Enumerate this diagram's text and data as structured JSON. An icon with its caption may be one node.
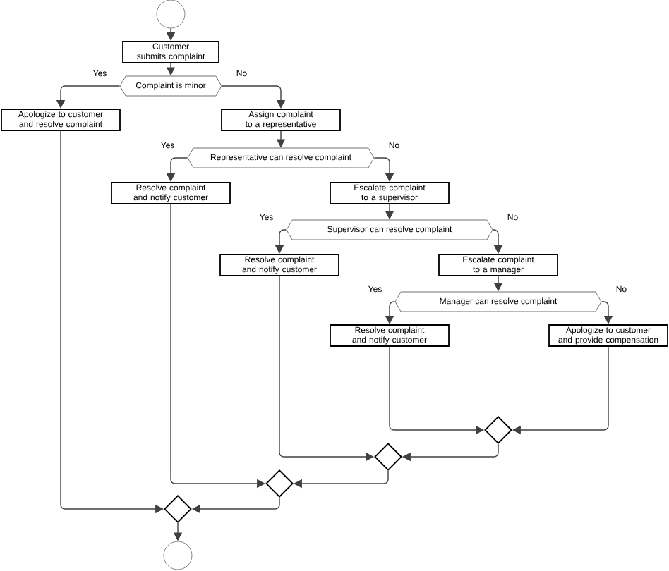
{
  "diagram": {
    "nodes": [
      {
        "text": [],
        "shape": "circle"
      },
      {
        "text": [
          "Customer submits complaint"
        ]
      },
      {
        "text": [
          "Complaint is minor"
        ]
      },
      {
        "text": [
          "Apologize to customer and resolve complaint"
        ]
      },
      {
        "text": [
          "Assign complaint to a representative"
        ]
      },
      {
        "text": [
          "Representative can resolve complaint"
        ]
      },
      {
        "text": [
          "Resolve complaint and notify customer"
        ]
      },
      {
        "text": [
          "Escalate complaint to a supervisor"
        ]
      },
      {
        "text": [
          "Supervisor can resolve complaint"
        ]
      },
      {
        "text": [
          "Resolve complaint and notify customer"
        ]
      },
      {
        "text": [
          "Escalate complaint to a manager"
        ]
      },
      {
        "text": [
          "Manager can resolve complaint"
        ]
      },
      {
        "text": [
          "Resolve complaint and notify customer"
        ]
      },
      {
        "text": [
          "Apologize to customer and provide compensation"
        ]
      },
      {
        "text": [],
        "shape": "diamond"
      },
      {
        "text": [],
        "shape": "diamond"
      },
      {
        "text": [],
        "shape": "diamond"
      },
      {
        "text": [],
        "shape": "diamond"
      },
      {
        "text": [],
        "shape": "circle"
      }
    ],
    "edges": [
      {
        "from": 0,
        "to": 1,
        "arrow": "to"
      },
      {
        "from": 1,
        "to": 2,
        "arrow": "to"
      },
      {
        "from": 2,
        "to": 3,
        "arrow": "to",
        "label": "Yes"
      },
      {
        "from": 2,
        "to": 4,
        "arrow": "to",
        "label": "No"
      },
      {
        "from": 4,
        "to": 5,
        "arrow": "to"
      },
      {
        "from": 5,
        "to": 6,
        "arrow": "to",
        "label": "Yes"
      },
      {
        "from": 5,
        "to": 7,
        "arrow": "to",
        "label": "No"
      },
      {
        "from": 7,
        "to": 8,
        "arrow": "to"
      },
      {
        "from": 8,
        "to": 9,
        "arrow": "to",
        "label": "Yes"
      },
      {
        "from": 8,
        "to": 10,
        "arrow": "to",
        "label": "No"
      },
      {
        "from": 10,
        "to": 11,
        "arrow": "to"
      },
      {
        "from": 11,
        "to": 12,
        "arrow": "to",
        "label": "Yes"
      },
      {
        "from": 11,
        "to": 13,
        "arrow": "to",
        "label": "No"
      },
      {
        "from": 12,
        "to": 14,
        "arrow": "to"
      },
      {
        "from": 13,
        "to": 14,
        "arrow": "to"
      },
      {
        "from": 14,
        "to": 15,
        "arrow": "to"
      },
      {
        "from": 9,
        "to": 15,
        "arrow": "to"
      },
      {
        "from": 15,
        "to": 16,
        "arrow": "to"
      },
      {
        "from": 6,
        "to": 16,
        "arrow": "to"
      },
      {
        "from": 16,
        "to": 17,
        "arrow": "to"
      },
      {
        "from": 3,
        "to": 17,
        "arrow": "to"
      },
      {
        "from": 17,
        "to": 18,
        "arrow": "to"
      }
    ]
  }
}
